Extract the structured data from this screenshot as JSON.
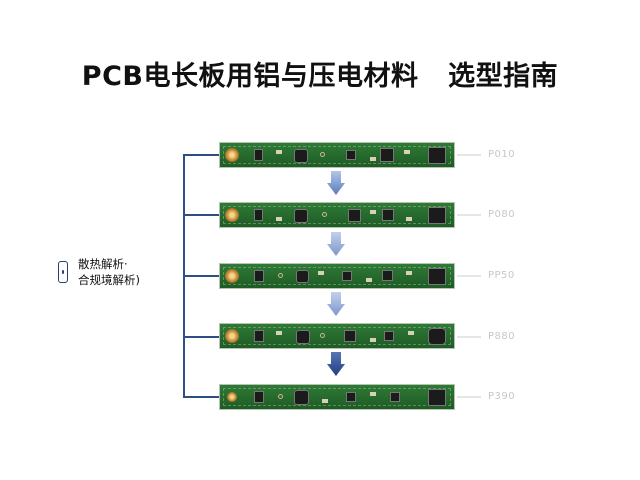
{
  "title": "PCB电长板用铝与压电材料   选型指南",
  "side_label": {
    "icon": "phone-icon",
    "line1": "散热解析·",
    "line2": "合规境解析)"
  },
  "rows": [
    {
      "code": "P010"
    },
    {
      "code": "P080"
    },
    {
      "code": "PP50"
    },
    {
      "code": "P880"
    },
    {
      "code": "P390"
    }
  ],
  "colors": {
    "bracket": "#2f4e86",
    "board": "#2a6f31",
    "arrow_light": "#8fa8d6",
    "arrow_dark": "#2e4f8f"
  }
}
